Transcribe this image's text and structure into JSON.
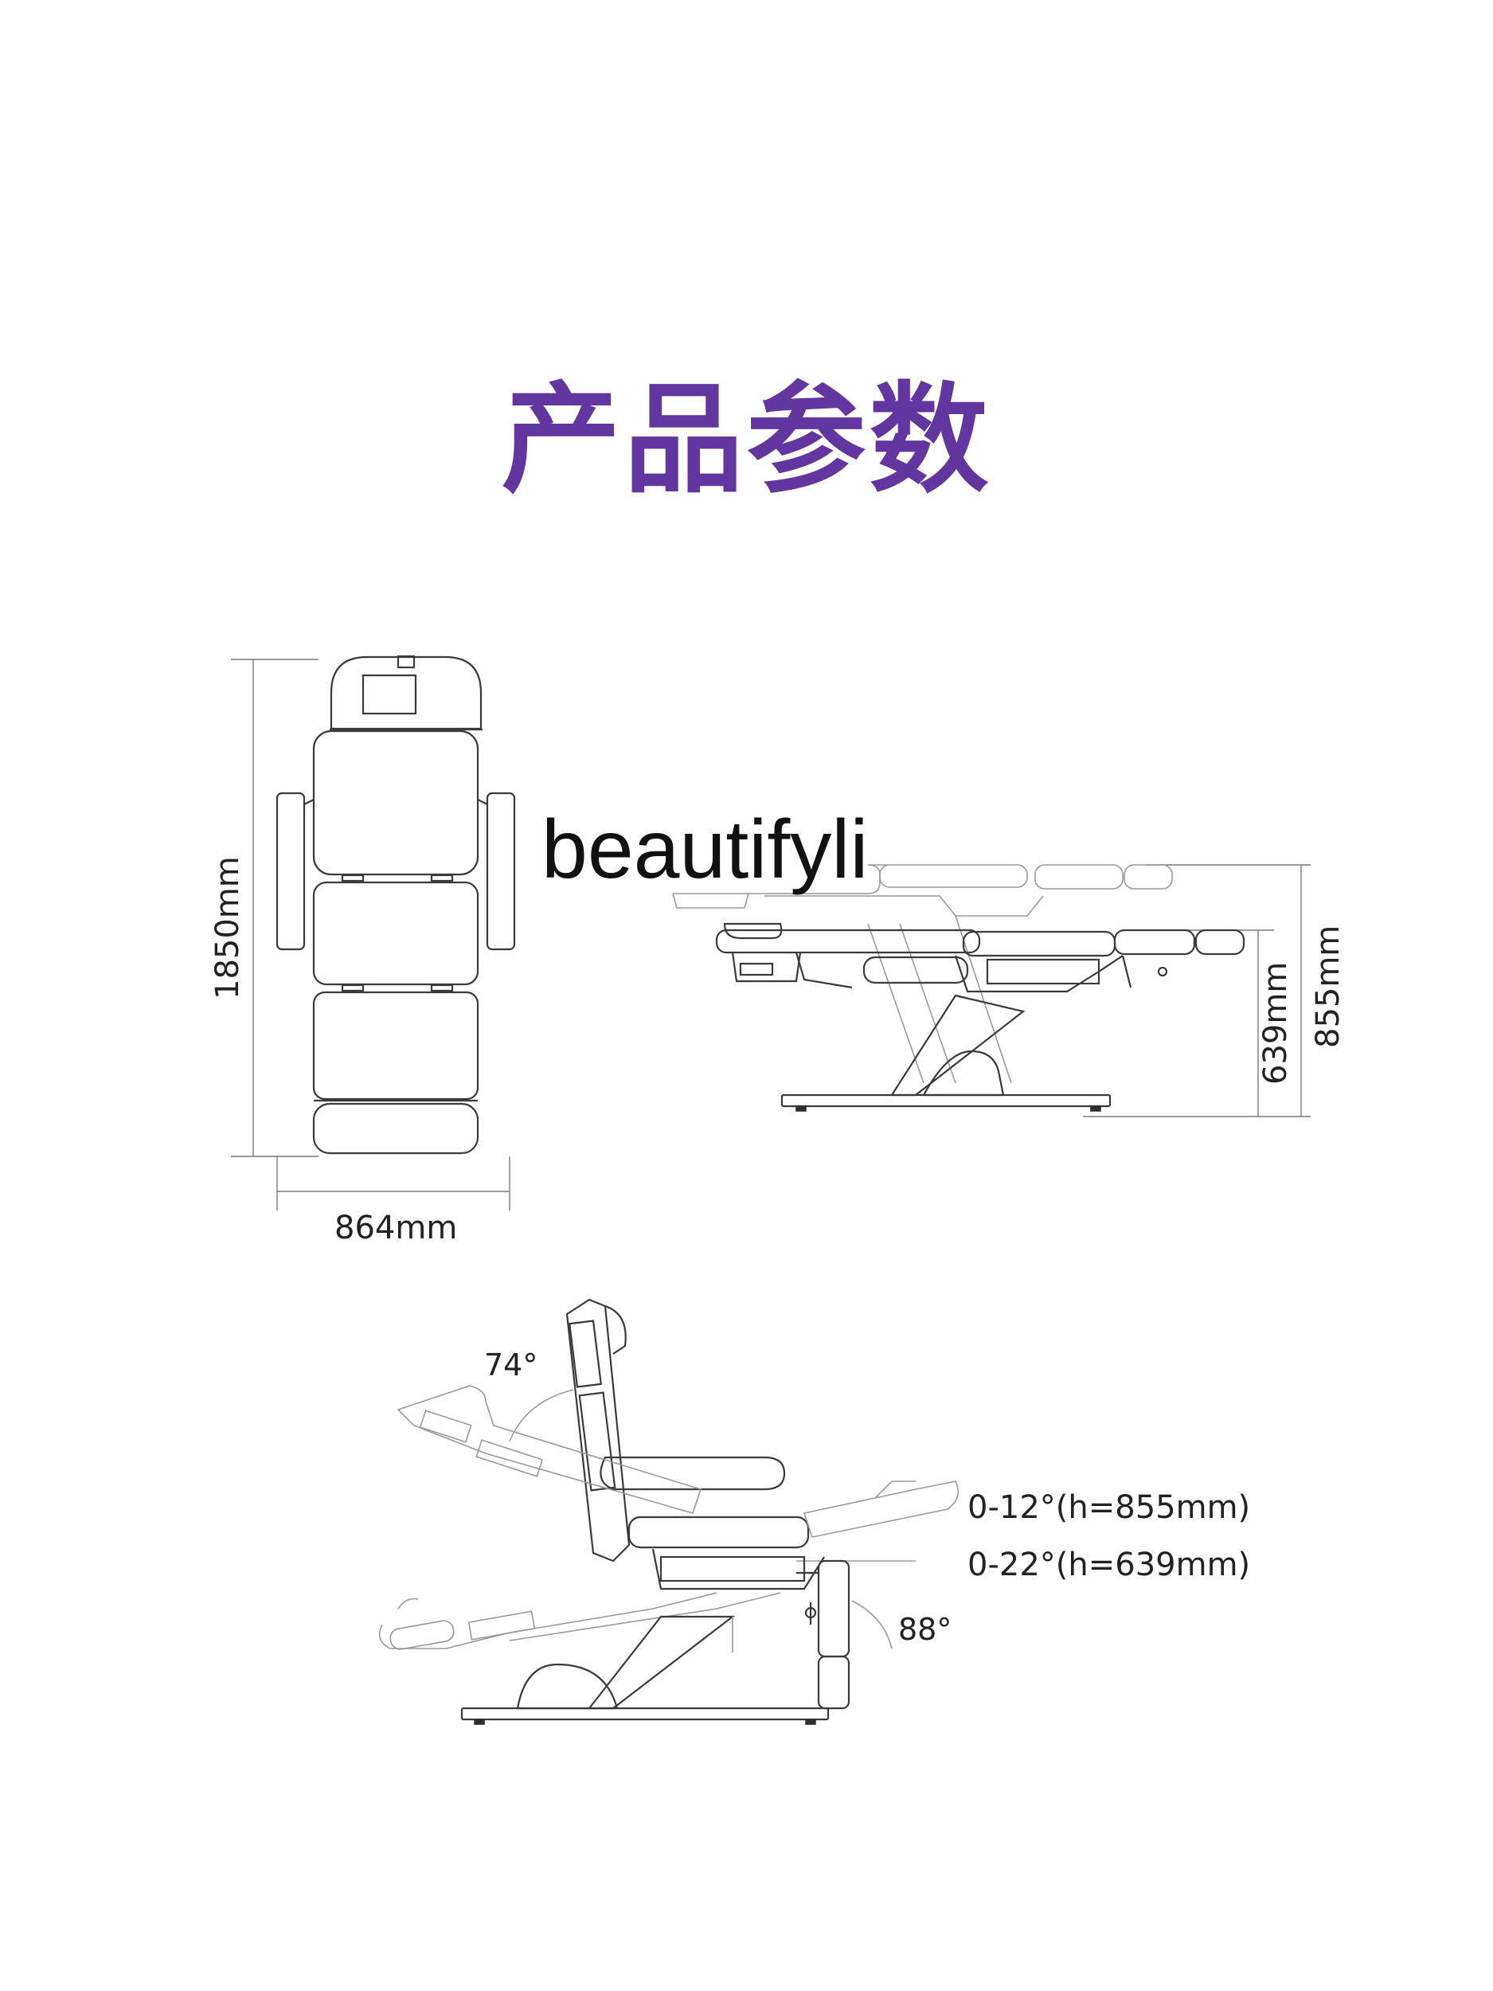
{
  "title": "产品参数",
  "watermark": "beautifyli",
  "dimensions": {
    "length": "1850mm",
    "width": "864mm",
    "height_low": "639mm",
    "height_high": "855mm"
  },
  "angles": {
    "backrest": "74°",
    "leg": "88°",
    "tilt_high": "0-12°(h=855mm)",
    "tilt_low": "0-22°(h=639mm)"
  },
  "colors": {
    "title": "#6236a0",
    "line": "#3a3a3a"
  }
}
